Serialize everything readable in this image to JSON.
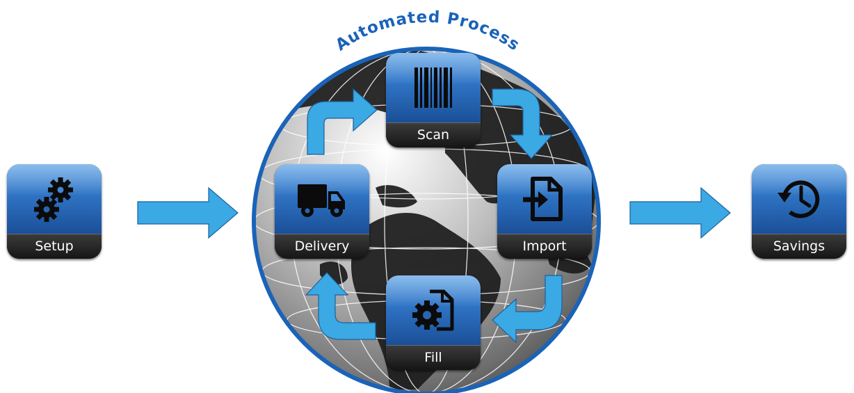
{
  "diagram": {
    "title": "Automated Process",
    "steps": {
      "setup": "Setup",
      "scan": "Scan",
      "import": "Import",
      "fill": "Fill",
      "delivery": "Delivery",
      "savings": "Savings"
    }
  },
  "colors": {
    "title": "#1a63b8",
    "ring": "#1a63b8",
    "arrow": "#3aa9e4",
    "arrow_outline": "#1f5f9c",
    "tile_top": "#5fa4e6",
    "tile_bottom": "#1a4f97",
    "band": "#1e1e1e"
  },
  "icons": {
    "setup": "gears-icon",
    "scan": "barcode-icon",
    "import": "file-import-icon",
    "fill": "file-gear-icon",
    "delivery": "truck-icon",
    "savings": "clock-history-icon"
  }
}
